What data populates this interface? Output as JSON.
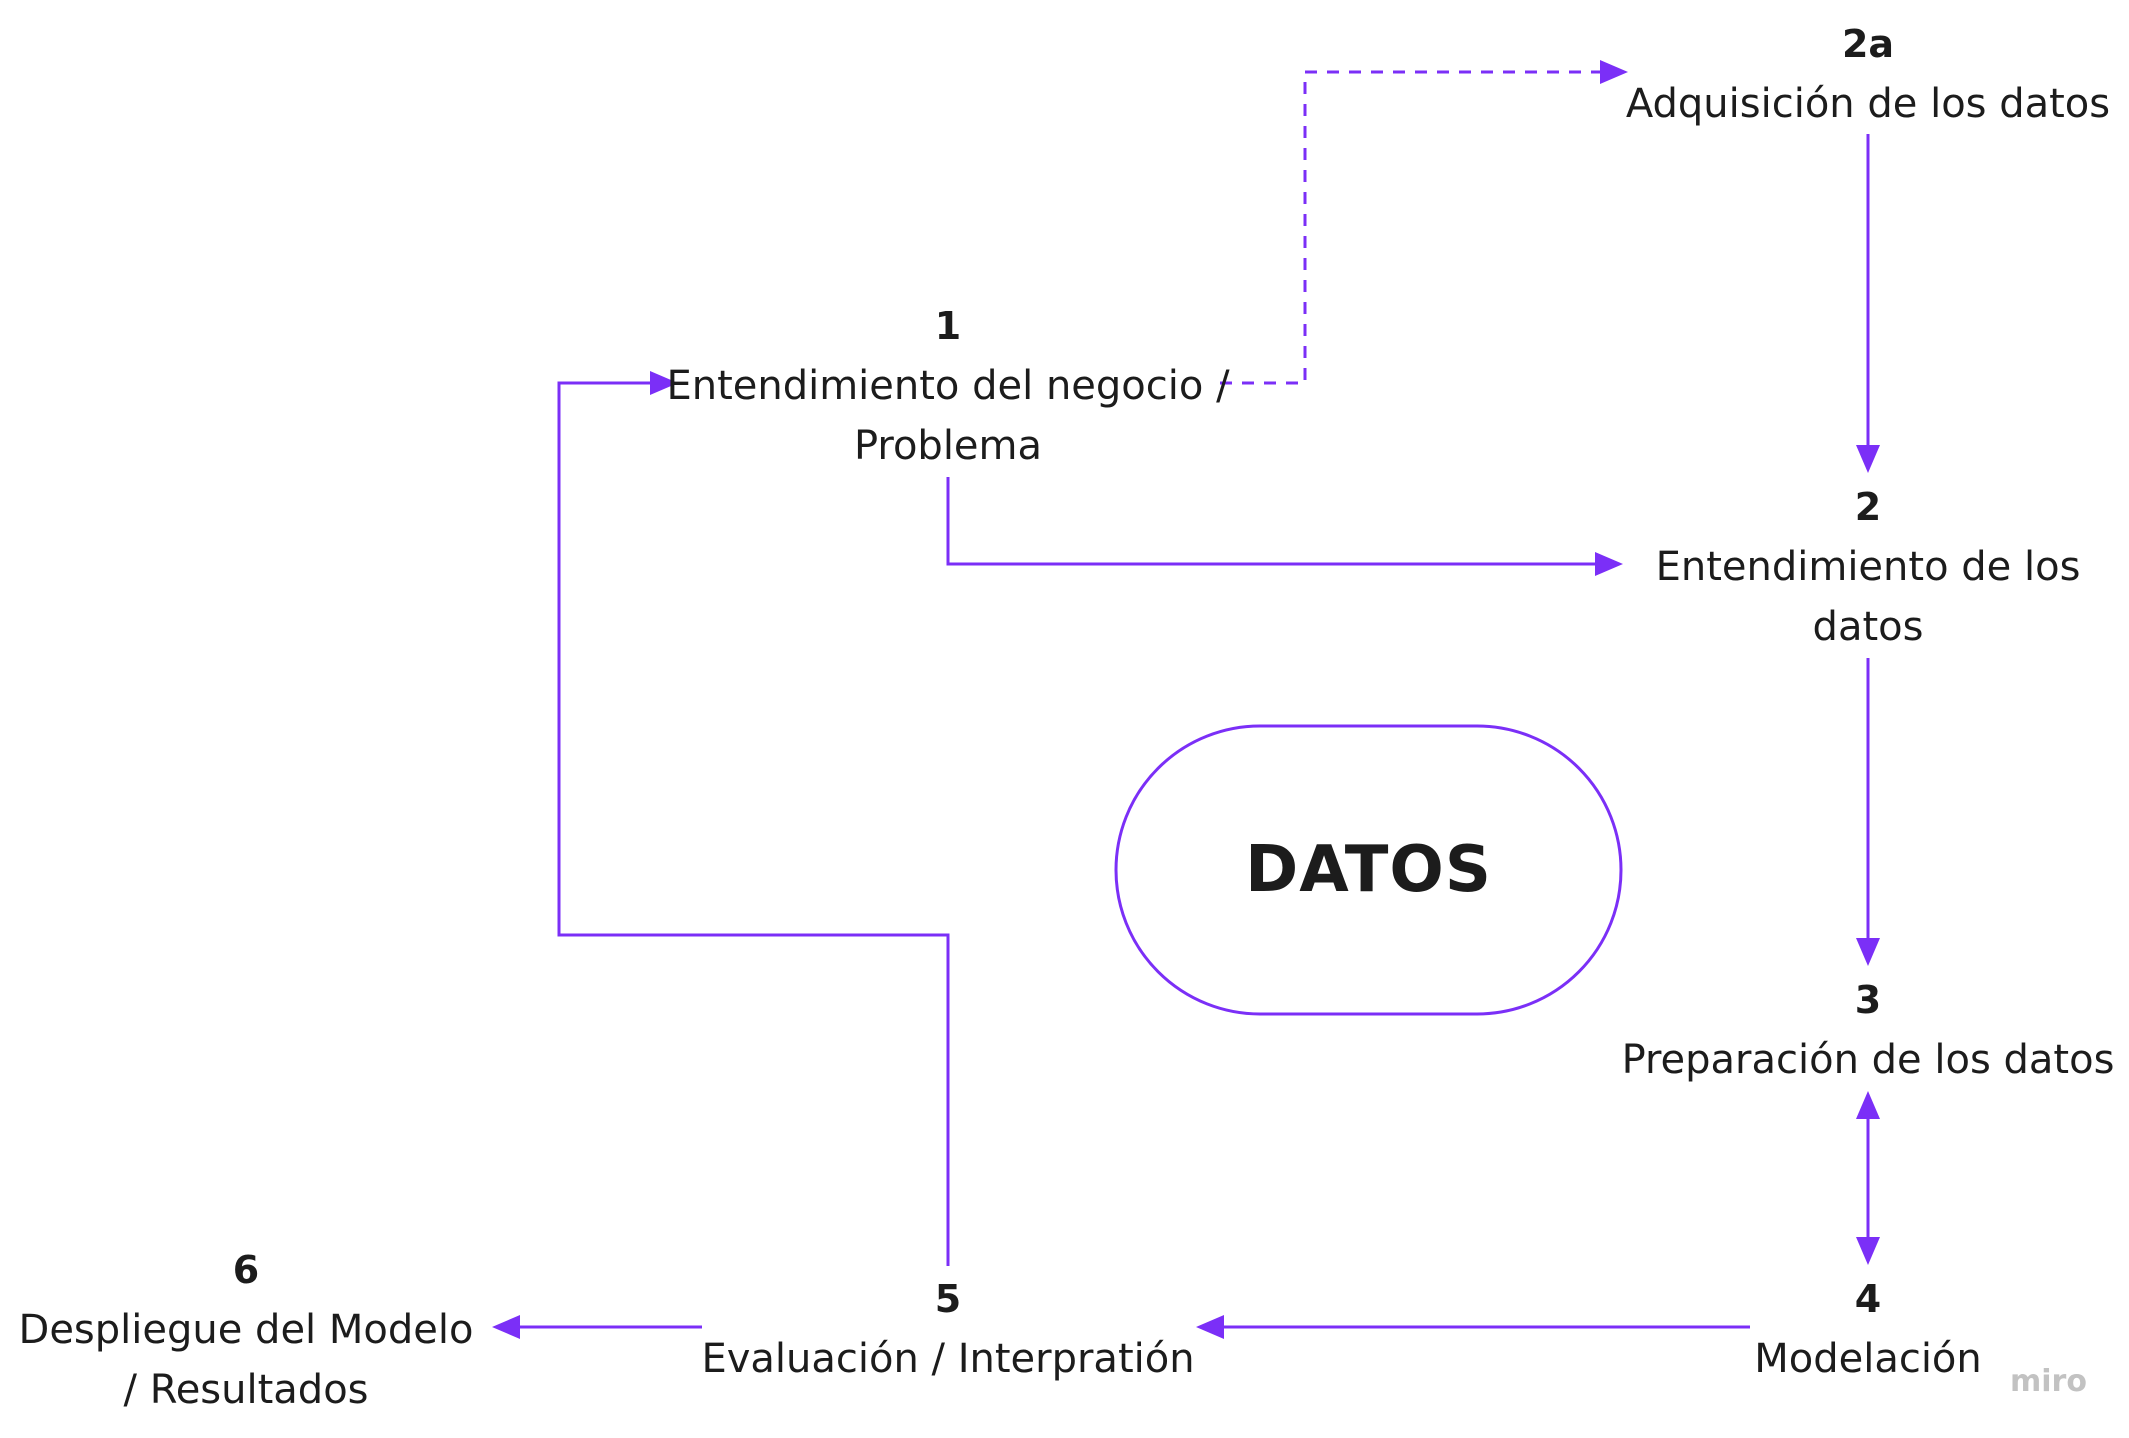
{
  "diagram": {
    "center": "DATOS",
    "line_color": "#7b2ff7",
    "nodes": [
      {
        "id": "n1",
        "number": "1",
        "label": "Entendimiento del negocio / Problema"
      },
      {
        "id": "n2a",
        "number": "2a",
        "label": "Adquisición de los datos"
      },
      {
        "id": "n2",
        "number": "2",
        "label": "Entendimiento de los datos"
      },
      {
        "id": "n3",
        "number": "3",
        "label": "Preparación de los datos"
      },
      {
        "id": "n4",
        "number": "4",
        "label": "Modelación"
      },
      {
        "id": "n5",
        "number": "5",
        "label": "Evaluación / Interpratión"
      },
      {
        "id": "n6",
        "number": "6",
        "label": "Despliegue del Modelo / Resultados"
      }
    ],
    "connections": [
      {
        "from": "1",
        "to": "2a",
        "style": "dashed"
      },
      {
        "from": "2a",
        "to": "2",
        "style": "solid"
      },
      {
        "from": "1",
        "to": "2",
        "style": "solid"
      },
      {
        "from": "2",
        "to": "3",
        "style": "solid"
      },
      {
        "from": "3",
        "to": "4",
        "style": "solid",
        "bidirectional": true
      },
      {
        "from": "4",
        "to": "5",
        "style": "solid"
      },
      {
        "from": "5",
        "to": "6",
        "style": "solid"
      },
      {
        "from": "5",
        "to": "1",
        "style": "solid"
      }
    ]
  },
  "watermark": "miro"
}
